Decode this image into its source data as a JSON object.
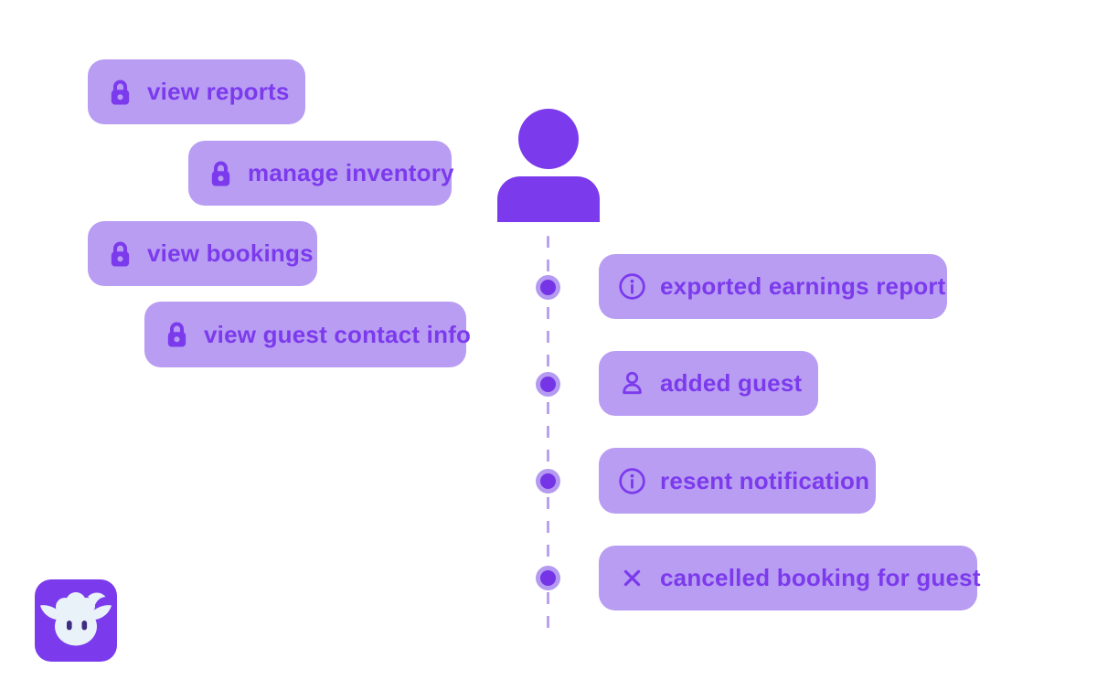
{
  "colors": {
    "background": "#ffffff",
    "pill_background": "#b89df2",
    "accent_text": "#7c3aed",
    "person_figure": "#7b3bec",
    "timeline_line": "#b9a1ef",
    "dot_outer": "#b49af0",
    "dot_inner": "#7534e6",
    "mascot_background": "#7b3bec",
    "mascot_face": "#e9f1f9",
    "mascot_eyes": "#3e2c83"
  },
  "permissions": [
    {
      "icon": "lock-icon",
      "label": "view reports"
    },
    {
      "icon": "lock-icon",
      "label": "manage inventory"
    },
    {
      "icon": "lock-icon",
      "label": "view bookings"
    },
    {
      "icon": "lock-icon",
      "label": "view guest contact info"
    }
  ],
  "activities": [
    {
      "icon": "info-icon",
      "label": "exported earnings report"
    },
    {
      "icon": "user-icon",
      "label": "added guest"
    },
    {
      "icon": "info-icon",
      "label": "resent notification"
    },
    {
      "icon": "x-icon",
      "label": "cancelled booking for guest"
    }
  ]
}
